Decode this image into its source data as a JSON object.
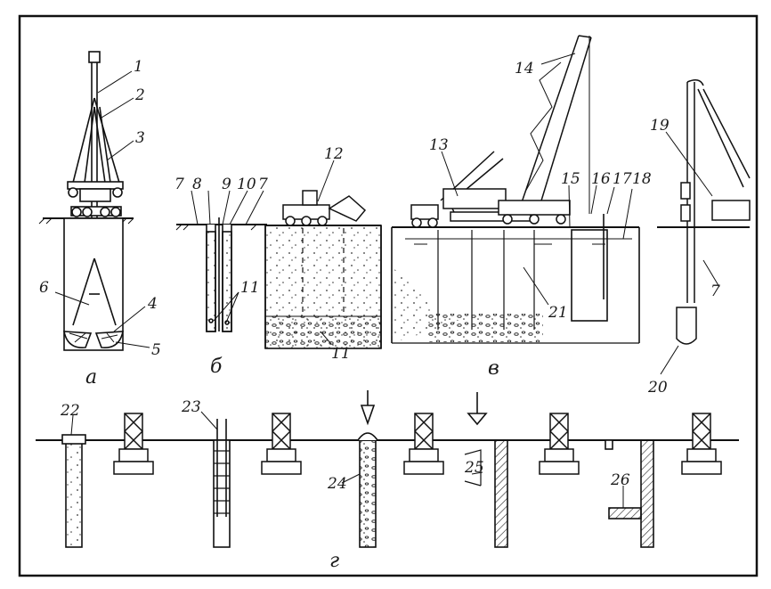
{
  "labels": {
    "n1": "1",
    "n2": "2",
    "n3": "3",
    "n4": "4",
    "n5": "5",
    "n6": "6",
    "n7a": "7",
    "n7b": "7",
    "n7c": "7",
    "n8": "8",
    "n9": "9",
    "n10": "10",
    "n11a": "11",
    "n11b": "11",
    "n12": "12",
    "n13": "13",
    "n14": "14",
    "n15": "15",
    "n16": "16",
    "n17": "17",
    "n18": "18",
    "n19": "19",
    "n20": "20",
    "n21": "21",
    "n22": "22",
    "n23": "23",
    "n24": "24",
    "n25": "25",
    "n26": "26"
  },
  "panels": {
    "a": "а",
    "b": "б",
    "v": "в",
    "g": "г"
  }
}
